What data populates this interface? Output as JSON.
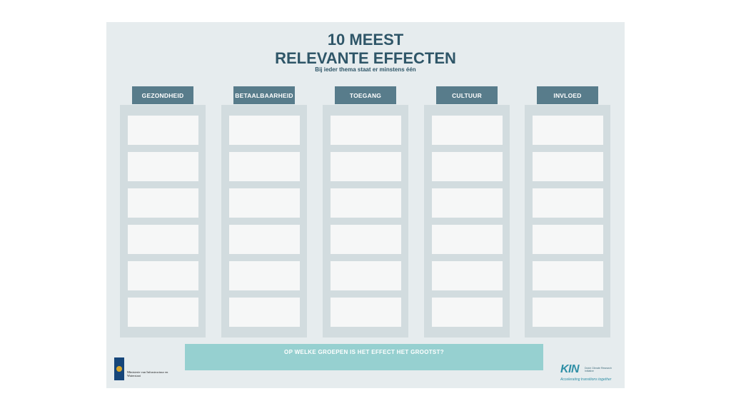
{
  "title": {
    "line1": "10 MEEST",
    "line2": "RELEVANTE EFFECTEN"
  },
  "subtitle": "Bij ieder thema staat er minstens één",
  "columns": [
    {
      "label": "GEZONDHEID"
    },
    {
      "label": "BETAALBAARHEID"
    },
    {
      "label": "TOEGANG"
    },
    {
      "label": "CULTUUR"
    },
    {
      "label": "INVLOED"
    }
  ],
  "cards_per_column": 6,
  "question": "OP WELKE GROEPEN IS HET EFFECT HET GROOTST?",
  "ministry": {
    "name": "Ministerie van Infrastructuur en Waterstaat"
  },
  "kin": {
    "mark": "KIN",
    "small_text": "Dutch Climate Research Initiative",
    "tagline": "Accelerating transitions together"
  },
  "colors": {
    "board": "#e6ecee",
    "header": "#587c8b",
    "frame": "#d2dcdf",
    "card": "#f6f7f7",
    "question_bar": "#96d0d0",
    "title": "#2f5668"
  }
}
